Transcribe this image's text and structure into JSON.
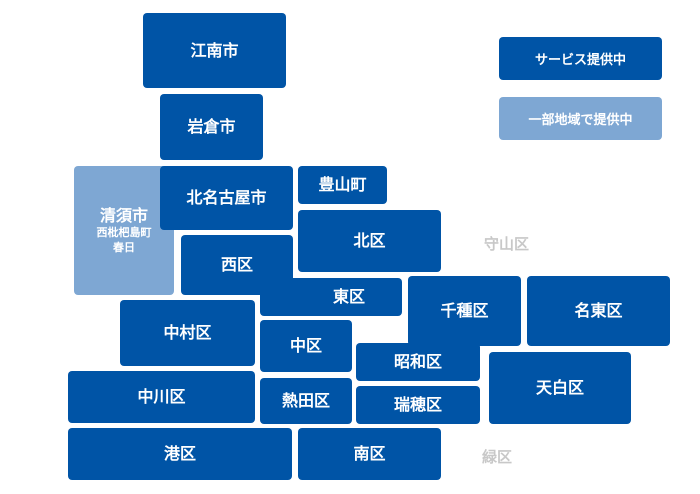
{
  "legend": {
    "full": "サービス提供中",
    "partial": "一部地域で提供中",
    "full_color": "#0054a6",
    "partial_color": "#7ea7d3"
  },
  "areas": {
    "konan": "江南市",
    "iwakura": "岩倉市",
    "kitanagoya": "北名古屋市",
    "toyoyama": "豊山町",
    "kiyosu": "清須市",
    "kiyosu_sub1": "西枇杷島町",
    "kiyosu_sub2": "春日",
    "kita": "北区",
    "nishi": "西区",
    "higashi": "東区",
    "chikusa": "千種区",
    "meito": "名東区",
    "nakamura": "中村区",
    "naka": "中区",
    "showa": "昭和区",
    "tempaku": "天白区",
    "nakagawa": "中川区",
    "atsuta": "熱田区",
    "mizuho": "瑞穂区",
    "minato": "港区",
    "minami": "南区"
  },
  "unserved": {
    "moriyama": "守山区",
    "midori": "緑区"
  }
}
